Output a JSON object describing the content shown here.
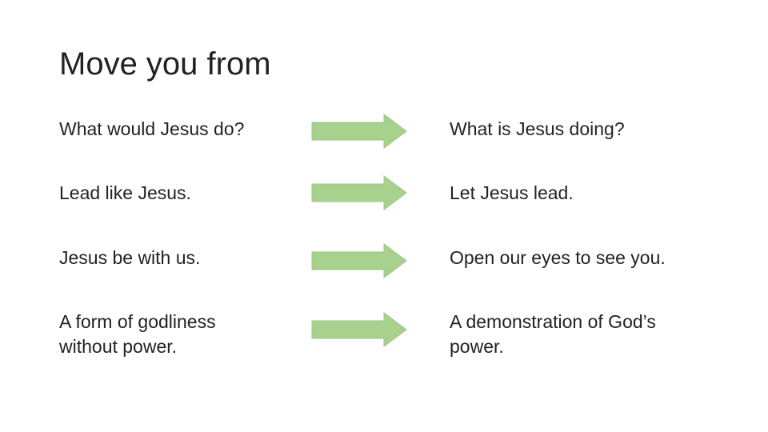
{
  "slide": {
    "title": "Move you from",
    "arrow_color": "#a9d18e",
    "arrow_stroke": "#9cc784",
    "rows": [
      {
        "from": "What would Jesus do?",
        "to": "What is Jesus doing?"
      },
      {
        "from": "Lead like Jesus.",
        "to": "Let Jesus lead."
      },
      {
        "from": "Jesus be with us.",
        "to": "Open our eyes to see you."
      },
      {
        "from": "A form of godliness without power.",
        "to": "A demonstration of God’s power."
      }
    ]
  }
}
